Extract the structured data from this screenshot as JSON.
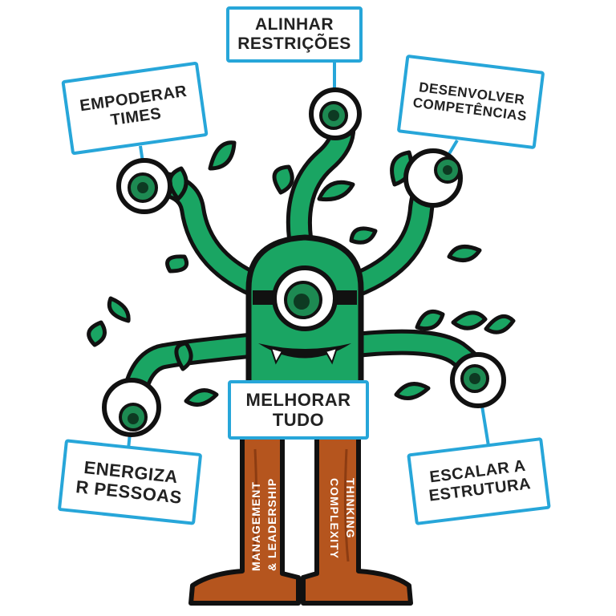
{
  "labels": {
    "alinhar": "ALINHAR\nRESTRIÇÕES",
    "empoderar": "EMPODERAR\nTIMES",
    "desenvolver": "DESENVOLVER\nCOMPETÊNCIAS",
    "melhorar": "MELHORAR\nTUDO",
    "energizar": "ENERGIZA\nR PESSOAS",
    "escalar": "ESCALAR A\nESTRUTURA"
  },
  "legs": {
    "left_line1": "MANAGEMENT",
    "left_line2": "& LEADERSHIP",
    "right_line1": "COMPLEXITY",
    "right_line2": "THINKING"
  },
  "colors": {
    "body": "#1aa563",
    "outline": "#111111",
    "leg": "#b5551e",
    "box_border": "#27a6d9",
    "eye_iris": "#1d8a52",
    "eye_pupil": "#0d3a22"
  }
}
